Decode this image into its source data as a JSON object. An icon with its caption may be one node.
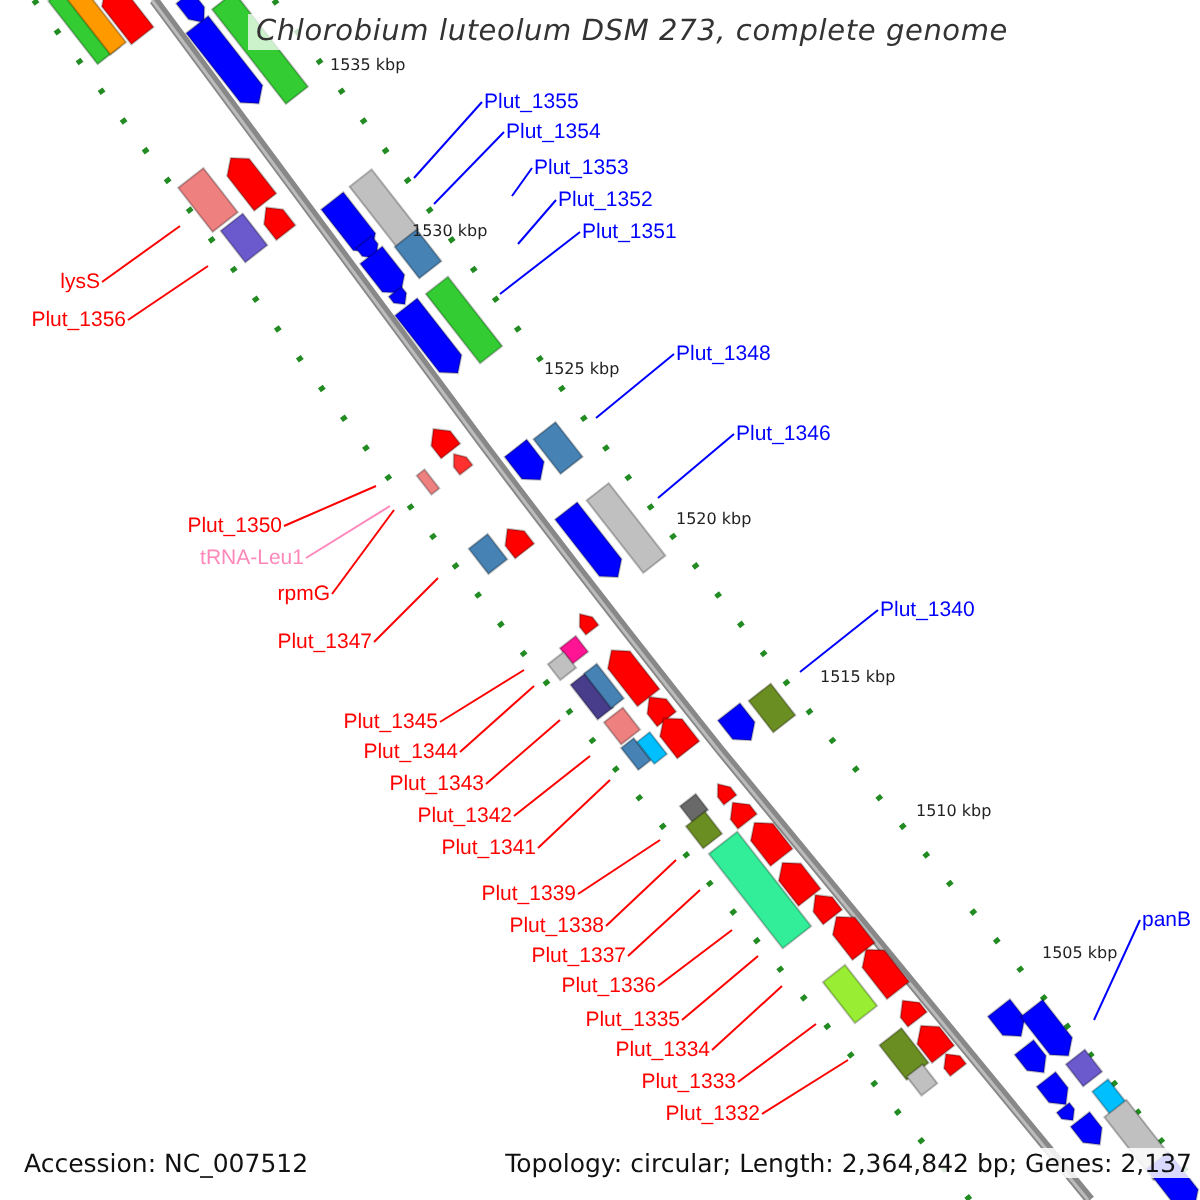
{
  "diagram": {
    "title": "Chlorobium luteolum DSM 273, complete genome",
    "nodes": [
      {
        "text": [
          "Plut_1355"
        ]
      },
      {
        "text": [
          "Plut_1354"
        ]
      },
      {
        "text": [
          "Plut_1353"
        ]
      },
      {
        "text": [
          "Plut_1352"
        ]
      },
      {
        "text": [
          "Plut_1351"
        ]
      },
      {
        "text": [
          "lysS"
        ]
      },
      {
        "text": [
          "Plut_1356"
        ]
      },
      {
        "text": [
          "Plut_1348"
        ]
      },
      {
        "text": [
          "Plut_1346"
        ]
      },
      {
        "text": [
          "Plut_1350"
        ]
      },
      {
        "text": [
          "tRNA-Leu1"
        ]
      },
      {
        "text": [
          "rpmG"
        ]
      },
      {
        "text": [
          "Plut_1340"
        ]
      },
      {
        "text": [
          "Plut_1347"
        ]
      },
      {
        "text": [
          "Plut_1345"
        ]
      },
      {
        "text": [
          "Plut_1344"
        ]
      },
      {
        "text": [
          "Plut_1343"
        ]
      },
      {
        "text": [
          "Plut_1342"
        ]
      },
      {
        "text": [
          "Plut_1341"
        ]
      },
      {
        "text": [
          "Plut_1339"
        ]
      },
      {
        "text": [
          "panB"
        ]
      },
      {
        "text": [
          "Plut_1338"
        ]
      },
      {
        "text": [
          "Plut_1337"
        ]
      },
      {
        "text": [
          "Plut_1336"
        ]
      },
      {
        "text": [
          "Plut_1335"
        ]
      },
      {
        "text": [
          "Plut_1334"
        ]
      },
      {
        "text": [
          "Plut_1333"
        ]
      },
      {
        "text": [
          "Plut_1332"
        ]
      }
    ],
    "edges": [
      {
        "from": 0,
        "to": null,
        "arrow": "none",
        "color": "#0000ff"
      },
      {
        "from": 1,
        "to": null,
        "arrow": "none",
        "color": "#0000ff"
      },
      {
        "from": 2,
        "to": null,
        "arrow": "none",
        "color": "#0000ff"
      },
      {
        "from": 3,
        "to": null,
        "arrow": "none",
        "color": "#0000ff"
      },
      {
        "from": 4,
        "to": null,
        "arrow": "none",
        "color": "#0000ff"
      },
      {
        "from": 5,
        "to": null,
        "arrow": "none"
      },
      {
        "from": 6,
        "to": null,
        "arrow": "none"
      },
      {
        "from": 7,
        "to": null,
        "arrow": "none",
        "color": "#0000ff"
      },
      {
        "from": 8,
        "to": null,
        "arrow": "none",
        "color": "#0000ff"
      },
      {
        "from": 9,
        "to": null,
        "arrow": "none"
      },
      {
        "from": 10,
        "to": null,
        "arrow": "none",
        "color": "#ff88bb"
      },
      {
        "from": 11,
        "to": null,
        "arrow": "none"
      },
      {
        "from": 12,
        "to": null,
        "arrow": "none",
        "color": "#0000ff"
      },
      {
        "from": 13,
        "to": null,
        "arrow": "none"
      },
      {
        "from": 14,
        "to": null,
        "arrow": "none"
      },
      {
        "from": 15,
        "to": null,
        "arrow": "none"
      },
      {
        "from": 16,
        "to": null,
        "arrow": "none"
      },
      {
        "from": 17,
        "to": null,
        "arrow": "none"
      },
      {
        "from": 18,
        "to": null,
        "arrow": "none"
      },
      {
        "from": 19,
        "to": null,
        "arrow": "none"
      },
      {
        "from": 20,
        "to": null,
        "arrow": "none",
        "color": "#0000ff"
      },
      {
        "from": 21,
        "to": null,
        "arrow": "none"
      },
      {
        "from": 22,
        "to": null,
        "arrow": "none"
      },
      {
        "from": 23,
        "to": null,
        "arrow": "none"
      },
      {
        "from": 24,
        "to": null,
        "arrow": "none"
      },
      {
        "from": 25,
        "to": null,
        "arrow": "none"
      },
      {
        "from": 26,
        "to": null,
        "arrow": "none"
      },
      {
        "from": 27,
        "to": null,
        "arrow": "none"
      }
    ],
    "labels": [
      "1535 kbp",
      "1530 kbp",
      "1525 kbp",
      "1520 kbp",
      "1515 kbp",
      "1510 kbp",
      "1505 kbp",
      "Accession: NC_007512",
      "Topology: circular; Length: 2,364,842 bp; Genes: 2,137"
    ]
  }
}
